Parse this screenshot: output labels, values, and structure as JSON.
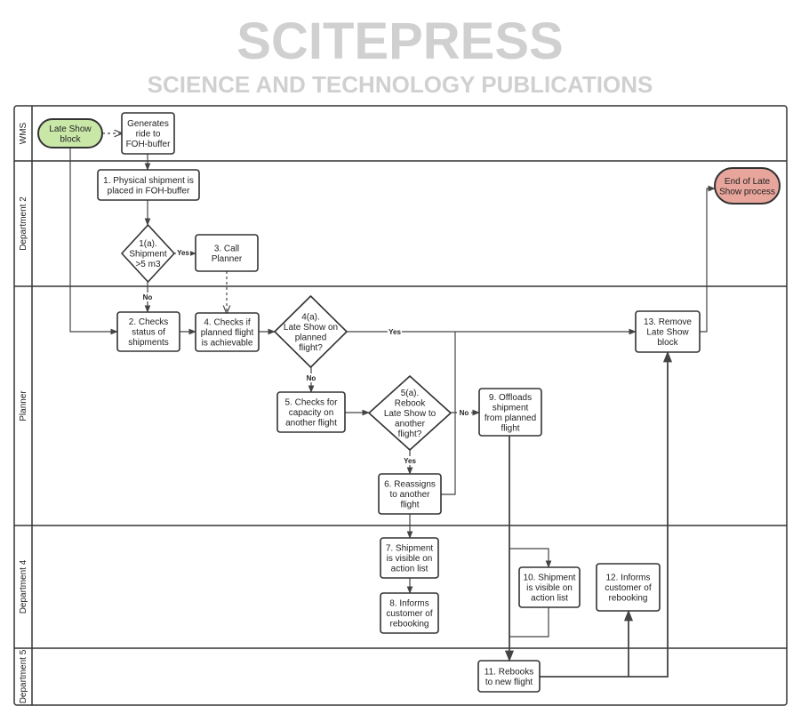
{
  "watermark": {
    "line1": "SCITEPRESS",
    "line2": "SCIENCE AND TECHNOLOGY PUBLICATIONS"
  },
  "lanes": [
    {
      "id": "wms",
      "title": "WMS"
    },
    {
      "id": "dept2",
      "title": "Department 2"
    },
    {
      "id": "planner",
      "title": "Planner"
    },
    {
      "id": "dept4",
      "title": "Department 4"
    },
    {
      "id": "dept5",
      "title": "Department 5"
    }
  ],
  "colors": {
    "start": "#c9e8a8",
    "end": "#e8a59c",
    "line": "#333333"
  },
  "nodes": [
    {
      "id": "start",
      "type": "terminal-start",
      "lines": [
        "Late Show",
        "block"
      ]
    },
    {
      "id": "gen",
      "type": "process",
      "lines": [
        "Generates",
        "ride to",
        "FOH-buffer"
      ]
    },
    {
      "id": "n1",
      "type": "process",
      "lines": [
        "1. Physical shipment is",
        "placed in FOH-buffer"
      ]
    },
    {
      "id": "d1a",
      "type": "decision",
      "lines": [
        "1(a).",
        "Shipment",
        ">5 m3"
      ]
    },
    {
      "id": "n3",
      "type": "process",
      "lines": [
        "3. Call",
        "Planner"
      ]
    },
    {
      "id": "n2",
      "type": "process",
      "lines": [
        "2. Checks",
        "status of",
        "shipments"
      ]
    },
    {
      "id": "n4",
      "type": "process",
      "lines": [
        "4. Checks if",
        "planned flight",
        "is achievable"
      ]
    },
    {
      "id": "d4a",
      "type": "decision",
      "lines": [
        "4(a).",
        "Late Show on",
        "planned",
        "flight?"
      ]
    },
    {
      "id": "n5",
      "type": "process",
      "lines": [
        "5. Checks for",
        "capacity on",
        "another flight"
      ]
    },
    {
      "id": "d5a",
      "type": "decision",
      "lines": [
        "5(a).",
        "Rebook",
        "Late Show to",
        "another",
        "flight?"
      ]
    },
    {
      "id": "n9",
      "type": "process",
      "lines": [
        "9. Offloads",
        "shipment",
        "from planned",
        "flight"
      ]
    },
    {
      "id": "n6",
      "type": "process",
      "lines": [
        "6. Reassigns",
        "to another",
        "flight"
      ]
    },
    {
      "id": "n7",
      "type": "process",
      "lines": [
        "7. Shipment",
        "is visible on",
        "action list"
      ]
    },
    {
      "id": "n8",
      "type": "process",
      "lines": [
        "8. Informs",
        "customer of",
        "rebooking"
      ]
    },
    {
      "id": "n10",
      "type": "process",
      "lines": [
        "10. Shipment",
        "is visible on",
        "action list"
      ]
    },
    {
      "id": "n12",
      "type": "process",
      "lines": [
        "12. Informs",
        "customer of",
        "rebooking"
      ]
    },
    {
      "id": "n11",
      "type": "process",
      "lines": [
        "11. Rebooks",
        "to new flight"
      ]
    },
    {
      "id": "n13",
      "type": "process",
      "lines": [
        "13. Remove",
        "Late Show",
        "block"
      ]
    },
    {
      "id": "end",
      "type": "terminal-end",
      "lines": [
        "End of Late",
        "Show process"
      ]
    }
  ],
  "edge_labels": {
    "yes": "Yes",
    "no": "No"
  },
  "edges": [
    {
      "id": "start-gen",
      "from": "start",
      "to": "gen",
      "style": "dashed"
    },
    {
      "id": "gen-n1",
      "from": "gen",
      "to": "n1"
    },
    {
      "id": "n1-d1a",
      "from": "n1",
      "to": "d1a"
    },
    {
      "id": "d1a-n3",
      "from": "d1a",
      "to": "n3",
      "label": "Yes"
    },
    {
      "id": "d1a-n2",
      "from": "d1a",
      "to": "n2",
      "label": "No"
    },
    {
      "id": "start-n2",
      "from": "start",
      "to": "n2"
    },
    {
      "id": "n3-n4",
      "from": "n3",
      "to": "n4",
      "style": "dashed"
    },
    {
      "id": "n2-n4",
      "from": "n2",
      "to": "n4"
    },
    {
      "id": "n4-d4a",
      "from": "n4",
      "to": "d4a"
    },
    {
      "id": "d4a-n13",
      "from": "d4a",
      "to": "n13",
      "label": "Yes"
    },
    {
      "id": "d4a-n5",
      "from": "d4a",
      "to": "n5",
      "label": "No"
    },
    {
      "id": "n5-d5a",
      "from": "n5",
      "to": "d5a"
    },
    {
      "id": "d5a-n9",
      "from": "d5a",
      "to": "n9",
      "label": "No"
    },
    {
      "id": "d5a-n6",
      "from": "d5a",
      "to": "n6",
      "label": "Yes"
    },
    {
      "id": "n6-n13",
      "from": "n6",
      "to": "n13"
    },
    {
      "id": "n6-n7",
      "from": "n6",
      "to": "n7"
    },
    {
      "id": "n7-n8",
      "from": "n7",
      "to": "n8"
    },
    {
      "id": "n9-n11",
      "from": "n9",
      "to": "n11"
    },
    {
      "id": "n9-n10",
      "from": "n9",
      "to": "n10"
    },
    {
      "id": "n10-n11",
      "from": "n10",
      "to": "n11"
    },
    {
      "id": "n11-n12",
      "from": "n11",
      "to": "n12"
    },
    {
      "id": "n11-n13",
      "from": "n11",
      "to": "n13"
    },
    {
      "id": "n13-end",
      "from": "n13",
      "to": "end"
    }
  ]
}
